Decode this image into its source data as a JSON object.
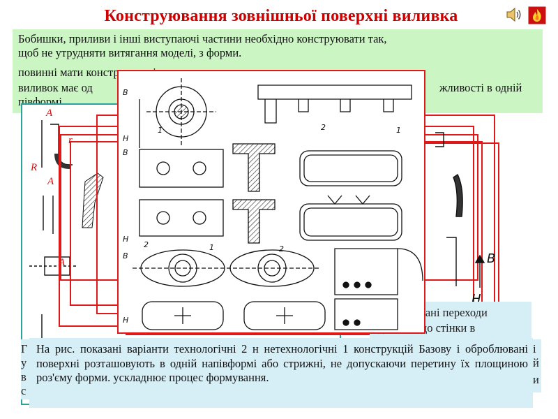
{
  "slide": {
    "title": "Конструювання зовнішньої поверхні виливка",
    "sound_icon": "speaker-icon",
    "nav_icon": "fire-icon"
  },
  "intro": {
    "line1": "Бобишки, приливи і інші виступаючі частини необхідно конструювати так,",
    "line2": "щоб не утрудняти витягання моделі, з форми.",
    "line3": "повинні мати конструктивні ухили",
    "line4": "виливок має од",
    "line4_end": "жливості в одній",
    "line5": "півформі."
  },
  "right_note": {
    "line1": "овані переходи",
    "line2": "від стінки до стінки в"
  },
  "left_hidden": {
    "line1": "Г",
    "line2": "у",
    "line3": "в",
    "line4": "с"
  },
  "right_hidden": {
    "line1": "і",
    "line2": "й",
    "line3": "и"
  },
  "caption": {
    "text": "На рис. показані варіанти технологічні 2 н нетехнологічні 1 конструкцій Базову і оброблювані поверхні розташовують в одній напівформі або стрижні, не допускаючи перетину їх площиною роз'єму форми. ускладнює процес формування."
  },
  "left_labels": {
    "a1": "A",
    "r": "r",
    "R": "R",
    "a2": "A",
    "a3": "A"
  },
  "figure_labels": {
    "B": "B",
    "H": "H",
    "n1": "1",
    "n2": "2"
  },
  "colors": {
    "title": "#cc0000",
    "green_panel": "#ccf5c4",
    "blue_panel": "#d6eef6",
    "frame_red": "#e01818",
    "frame_teal": "#2aa39a"
  }
}
